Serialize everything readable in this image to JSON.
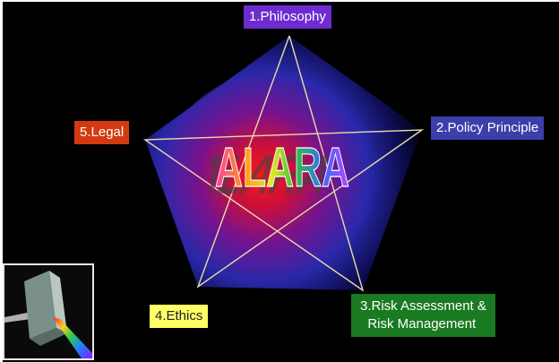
{
  "diagram": {
    "center_word": "ALARA",
    "nodes": [
      {
        "id": "philosophy",
        "label": "1.Philosophy",
        "color": "#6e2bd0"
      },
      {
        "id": "policy",
        "label": "2.Policy Principle",
        "color": "#3a3faa"
      },
      {
        "id": "risk",
        "label": "3.Risk Assessment &\n  Risk Management",
        "color": "#1a7a22"
      },
      {
        "id": "ethics",
        "label": "4.Ethics",
        "color": "#ffff66"
      },
      {
        "id": "legal",
        "label": "5.Legal",
        "color": "#d33a12"
      }
    ],
    "connector": "pentagram",
    "line_color": "#e8dca8",
    "background_color": "#000000",
    "corner_image": "prism-with-spectrum"
  }
}
